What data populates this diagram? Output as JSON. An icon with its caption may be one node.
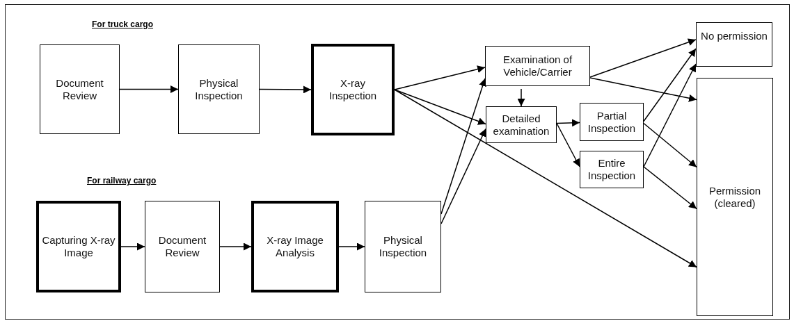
{
  "diagram": {
    "nodes": [
      {
        "text": [
          "Document Review"
        ]
      },
      {
        "text": [
          "Physical Inspection"
        ]
      },
      {
        "text": [
          "X-ray Inspection"
        ]
      },
      {
        "text": [
          "Examination of Vehicle/Carrier"
        ]
      },
      {
        "text": [
          "No permission"
        ]
      },
      {
        "text": [
          "Detailed examination"
        ]
      },
      {
        "text": [
          "Partial Inspection"
        ]
      },
      {
        "text": [
          "Entire Inspection"
        ]
      },
      {
        "text": [
          "Permission (cleared)"
        ]
      },
      {
        "text": [
          "Capturing X-ray Image"
        ]
      },
      {
        "text": [
          "Document Review"
        ]
      },
      {
        "text": [
          "X-ray Image Analysis"
        ]
      },
      {
        "text": [
          "Physical Inspection"
        ]
      }
    ],
    "edges": [
      {
        "from": 0,
        "to": 1,
        "arrow": "to"
      },
      {
        "from": 1,
        "to": 2,
        "arrow": "to"
      },
      {
        "from": 2,
        "to": 3,
        "arrow": "to"
      },
      {
        "from": 2,
        "to": 5,
        "arrow": "to"
      },
      {
        "from": 2,
        "to": 8,
        "arrow": "to"
      },
      {
        "from": 3,
        "to": 5,
        "arrow": "to"
      },
      {
        "from": 3,
        "to": 4,
        "arrow": "to"
      },
      {
        "from": 3,
        "to": 8,
        "arrow": "to"
      },
      {
        "from": 5,
        "to": 6,
        "arrow": "to"
      },
      {
        "from": 5,
        "to": 7,
        "arrow": "to"
      },
      {
        "from": 6,
        "to": 4,
        "arrow": "to"
      },
      {
        "from": 6,
        "to": 8,
        "arrow": "to"
      },
      {
        "from": 7,
        "to": 4,
        "arrow": "to"
      },
      {
        "from": 7,
        "to": 8,
        "arrow": "to"
      },
      {
        "from": 9,
        "to": 10,
        "arrow": "to"
      },
      {
        "from": 10,
        "to": 11,
        "arrow": "to"
      },
      {
        "from": 11,
        "to": 12,
        "arrow": "to"
      },
      {
        "from": 12,
        "to": 3,
        "arrow": "to"
      },
      {
        "from": 12,
        "to": 5,
        "arrow": "to"
      }
    ],
    "labels": [
      "For truck cargo",
      "For railway cargo"
    ]
  }
}
